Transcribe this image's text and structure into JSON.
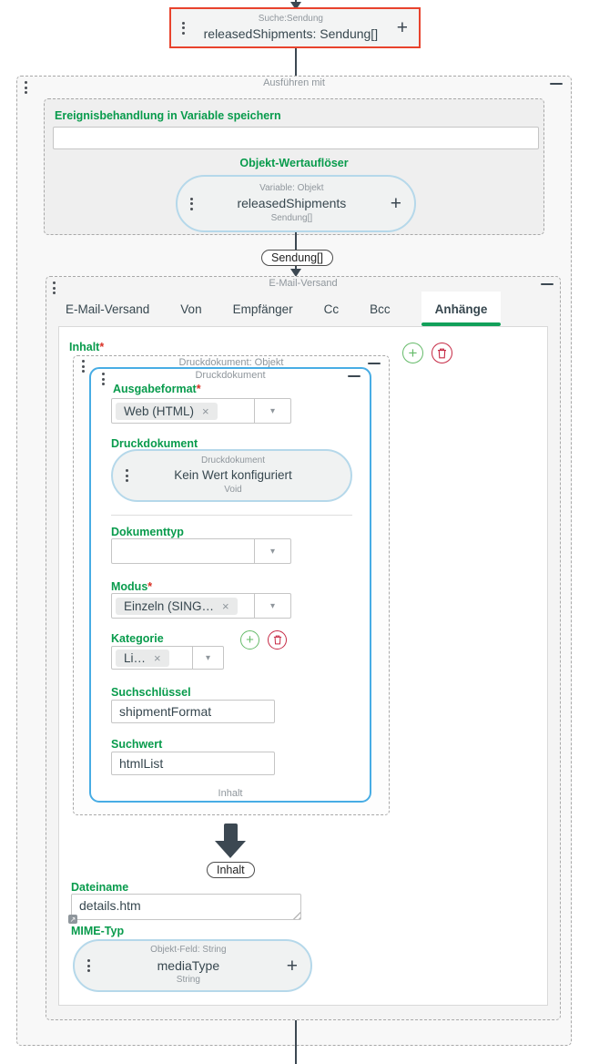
{
  "icons": {
    "plus": "+",
    "close": "×",
    "caret": "▾",
    "expand": "↗"
  },
  "colors": {
    "green_label": "#089b4c",
    "required_red": "#d93025",
    "source_border_red": "#e8432d",
    "blue_container_border": "#47ace4",
    "node_pill_border": "#b5d8ea",
    "icon_plus_green": "#66bb6a",
    "icon_trash_red": "#c62a45",
    "tab_active_underline": "#12a05a",
    "connector_dark": "#3c4852"
  },
  "source_node": {
    "type_label": "Suche:Sendung",
    "title": "releasedShipments: Sendung[]"
  },
  "outer": {
    "title": "Ausführen mit"
  },
  "event_panel": {
    "save_label": "Ereignisbehandlung in Variable speichern",
    "input_value": "",
    "resolver_title": "Objekt-Wertauflöser",
    "node": {
      "type_label": "Variable: Objekt",
      "title": "releasedShipments",
      "subtitle": "Sendung[]"
    }
  },
  "connector": {
    "label": "Sendung[]"
  },
  "email": {
    "title": "E-Mail-Versand",
    "tabs": [
      "E-Mail-Versand",
      "Von",
      "Empfänger",
      "Cc",
      "Bcc",
      "Anhänge"
    ]
  },
  "content": {
    "inhalt_label": "Inhalt",
    "required_mark": "*",
    "druck_obj_title": "Druckdokument: Objekt",
    "druck": {
      "title": "Druckdokument",
      "ausgabeformat_label": "Ausgabeformat",
      "ausgabeformat_chip": "Web (HTML)",
      "druckdokument_label": "Druckdokument",
      "node": {
        "type_label": "Druckdokument",
        "title": "Kein Wert konfiguriert",
        "subtitle": "Void"
      },
      "dokumenttyp_label": "Dokumenttyp",
      "modus_label": "Modus",
      "modus_chip": "Einzeln (SING…",
      "kategorie_label": "Kategorie",
      "kategorie_chip": "Li…",
      "suchschluessel_label": "Suchschlüssel",
      "suchschluessel_value": "shipmentFormat",
      "suchwert_label": "Suchwert",
      "suchwert_value": "htmlList",
      "footer_label": "Inhalt"
    },
    "arrow_label": "Inhalt",
    "dateiname_label": "Dateiname",
    "dateiname_value": "details.htm",
    "mime_label": "MIME-Typ",
    "mime_node": {
      "type_label": "Objekt-Feld: String",
      "title": "mediaType",
      "subtitle": "String"
    }
  }
}
